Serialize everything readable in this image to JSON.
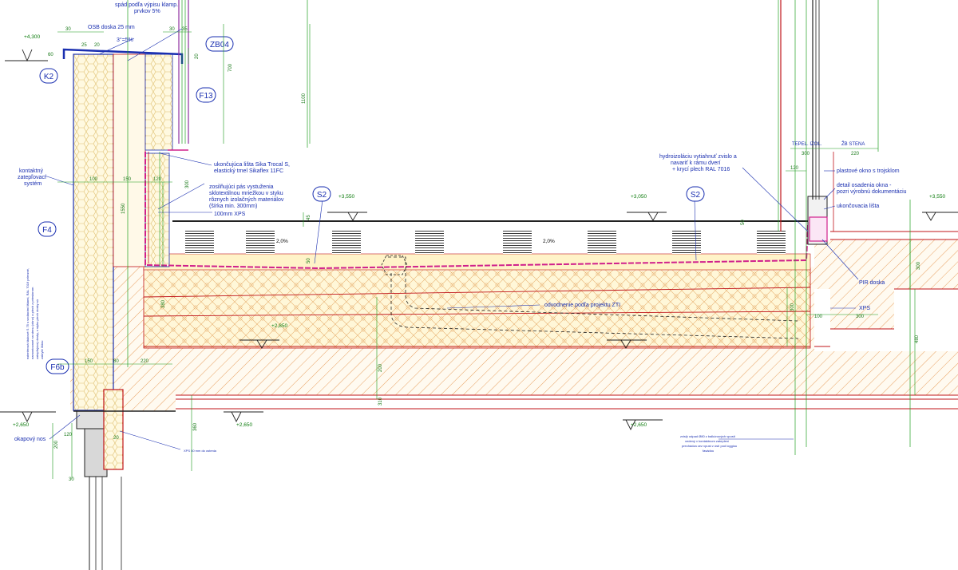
{
  "tags": {
    "zb04": "ZB04",
    "k2": "K2",
    "f13": "F13",
    "s2_left": "S2",
    "s2_right": "S2",
    "f4": "F4",
    "f6b": "F6b"
  },
  "notes": {
    "top_slope_line1": "spád podľa výpisu klamp.",
    "top_slope_line2": "prvkov 5%",
    "osb": "OSB doska 25 mm",
    "slope_pct": "3°=5%",
    "trocal_line1": "ukončujúca lišta Sika Trocal S,",
    "trocal_line2": "elastický tmel Sikaflex 11FC",
    "reinforce_line1": "zosilňujúci pás vystuženia",
    "reinforce_line2": "sklotextilnou mriežkou v styku",
    "reinforce_line3": "rôznych izolačných materiálov",
    "reinforce_line4": "(šírka min. 300mm)",
    "xps100": "100mm XPS",
    "etics_line1": "kontaktný",
    "etics_line2": "zatepľovací",
    "etics_line3": "systém",
    "plaster_line1": "exteriérová štukové S 75 s vodiacimi lištami, RAL 7016 prírezné,",
    "plaster_line2": "namontované na stenu (okno) a plech z priestorom",
    "plaster_line3": "zatepľujúcej dosky, v styku plech dosky sú",
    "plaster_line4": "zakryté lištou",
    "drip": "okapový nos",
    "xps50": "XPS 50 mm do ostenia",
    "drainage": "odvodnenie podľa projektu ZTI",
    "hydro_line1": "hydroizoláciu vytiahnuť zvislo a",
    "hydro_line2": "navariť k rámu dverí",
    "hydro_line3": "+ krycí plech RAL 7016",
    "pir": "PIR doska",
    "xps": "XPS",
    "window_line1": "plastové okno s trojsklom",
    "detail_line1": "detail osadenia okna -",
    "detail_line2": "pozri výrobnú dokumentáciu",
    "end_strip": "ukončovacia lišta",
    "tepel_izol": "TEPEL. IZOL.",
    "zb_stena": "ŽB STENA",
    "bottom_line1": "zvislý odpad Ø80 z balkónových vpustí",
    "bottom_line2": "vedený v kontaktnom zateplení",
    "bottom_line3": "prechádza cez vpust v ústí pod loggiou",
    "bottom_line4": "fasádou"
  },
  "levels": {
    "l4300": "+4,300",
    "l3550a": "+3,550",
    "l3050": "+3,050",
    "l3550b": "+3,550",
    "l2850": "+2,850",
    "l2650a": "+2,650",
    "l2650b": "+2,650",
    "l2650c": "+2,650"
  },
  "slopes": {
    "s1": "2,0%",
    "s2": "2,0%"
  },
  "dims": {
    "d30a": "30",
    "d25": "25",
    "d20": "20",
    "d60": "60",
    "d30b": "30",
    "d35": "35",
    "d700": "700",
    "d1100": "1100",
    "d100": "100",
    "d150a": "150",
    "d120a": "120",
    "d300a": "300",
    "d1550": "1550",
    "d150b": "150",
    "d80": "80",
    "d220": "220",
    "d380": "380",
    "d200a": "200",
    "d310": "310",
    "d360": "360",
    "d120b": "120",
    "d200b": "200",
    "d30c": "30",
    "d20b": "20",
    "d45": "45",
    "d50": "50",
    "d300b": "300",
    "d300c": "300",
    "d220b": "220",
    "d120c": "120",
    "d100b": "100",
    "d300d": "300",
    "d300e": "300",
    "d480": "480",
    "d20c": "20",
    "d50b": "50"
  },
  "colors": {
    "concrete_hatch": "#e8a060",
    "insulation_fill": "#fff7d8",
    "membrane": "#d0208c",
    "dimension": "#1a9a1a",
    "annotation": "#1a2fb0",
    "section_line": "#c0141a"
  }
}
